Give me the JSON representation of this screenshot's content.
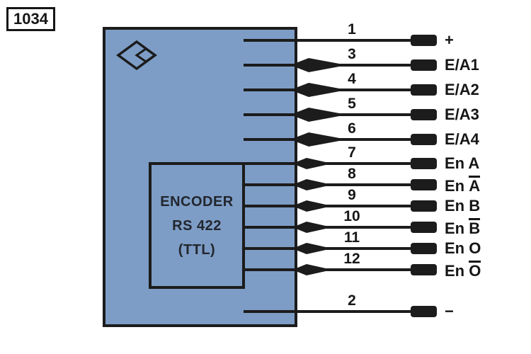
{
  "badge": {
    "label": "1034"
  },
  "device": {
    "name_line1": "ENCODER",
    "name_line2": "RS 422",
    "name_line3": "(TTL)"
  },
  "icons": {
    "logo": "diamond-logo",
    "bidirectional_arrow": "bidirectional-arrow-icon",
    "input_arrow": "input-arrow-icon"
  },
  "colors": {
    "ink": "#1c1c1c",
    "device_fill": "#7d9dc6",
    "background": "#ffffff"
  },
  "rows": [
    {
      "number": "1",
      "label": "+",
      "arrow": "none",
      "bar": false
    },
    {
      "number": "3",
      "label": "E/A1",
      "arrow": "bidirectional",
      "bar": false
    },
    {
      "number": "4",
      "label": "E/A2",
      "arrow": "bidirectional",
      "bar": false
    },
    {
      "number": "5",
      "label": "E/A3",
      "arrow": "bidirectional",
      "bar": false
    },
    {
      "number": "6",
      "label": "E/A4",
      "arrow": "bidirectional",
      "bar": false
    },
    {
      "number": "7",
      "label": "En A",
      "arrow": "input",
      "bar": false
    },
    {
      "number": "8",
      "label": "En A",
      "arrow": "input",
      "bar": true
    },
    {
      "number": "9",
      "label": "En B",
      "arrow": "input",
      "bar": false
    },
    {
      "number": "10",
      "label": "En B",
      "arrow": "input",
      "bar": true
    },
    {
      "number": "11",
      "label": "En O",
      "arrow": "input",
      "bar": false
    },
    {
      "number": "12",
      "label": "En O",
      "arrow": "input",
      "bar": true
    },
    {
      "number": "2",
      "label": "−",
      "arrow": "none",
      "bar": false
    }
  ]
}
